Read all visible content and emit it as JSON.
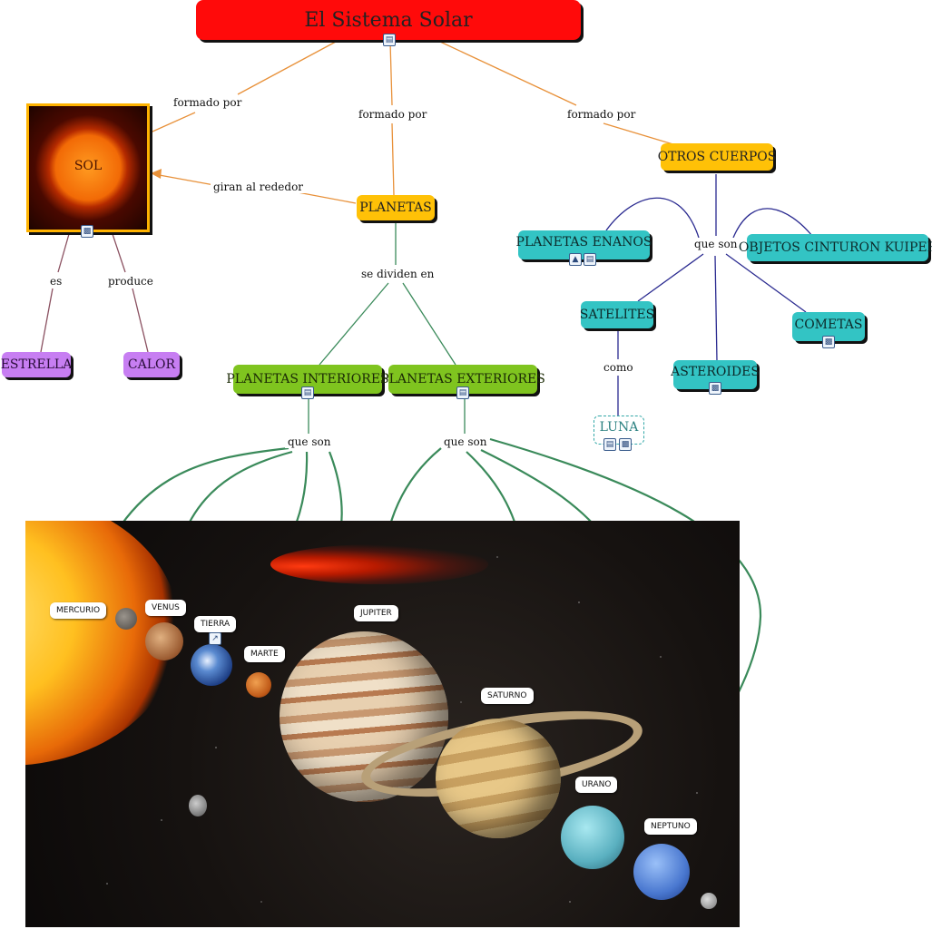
{
  "map": {
    "title": "El Sistema Solar",
    "nodes": {
      "sol": "SOL",
      "planetas": "PLANETAS",
      "otros": "OTROS CUERPOS",
      "estrella": "ESTRELLA",
      "calor": "CALOR",
      "interiores": "PLANETAS INTERIORES",
      "exteriores": "PLANETAS EXTERIORES",
      "enanos": "PLANETAS ENANOS",
      "kuiper": "OBJETOS CINTURON KUIPER",
      "satelites": "SATELITES",
      "cometas": "COMETAS",
      "asteroides": "ASTEROIDES",
      "luna": "LUNA"
    },
    "links": {
      "formado1": "formado por",
      "formado2": "formado por",
      "formado3": "formado por",
      "giran": "giran al rededor",
      "es": "es",
      "produce": "produce",
      "dividen": "se dividen en",
      "queson1": "que son",
      "queson2": "que son",
      "queson3": "que son",
      "como": "como"
    }
  },
  "image": {
    "planets": {
      "mercurio": "MERCURIO",
      "venus": "VENUS",
      "tierra": "TIERRA",
      "marte": "MARTE",
      "jupiter": "JUPITER",
      "saturno": "SATURNO",
      "urano": "URANO",
      "neptuno": "NEPTUNO"
    }
  },
  "icons": {
    "document": "document-icon",
    "video": "video-icon",
    "image": "image-icon",
    "link": "link-icon"
  },
  "colors": {
    "title": "#ff0a0a",
    "orange_node": "#ffc107",
    "cyan_node": "#33c4c4",
    "green_node": "#7fc41f",
    "purple_node": "#c77ef2",
    "orange_link": "#e8913a",
    "green_link": "#3a8a5a",
    "blue_link": "#2a2a90",
    "purple_link": "#8a5060"
  }
}
